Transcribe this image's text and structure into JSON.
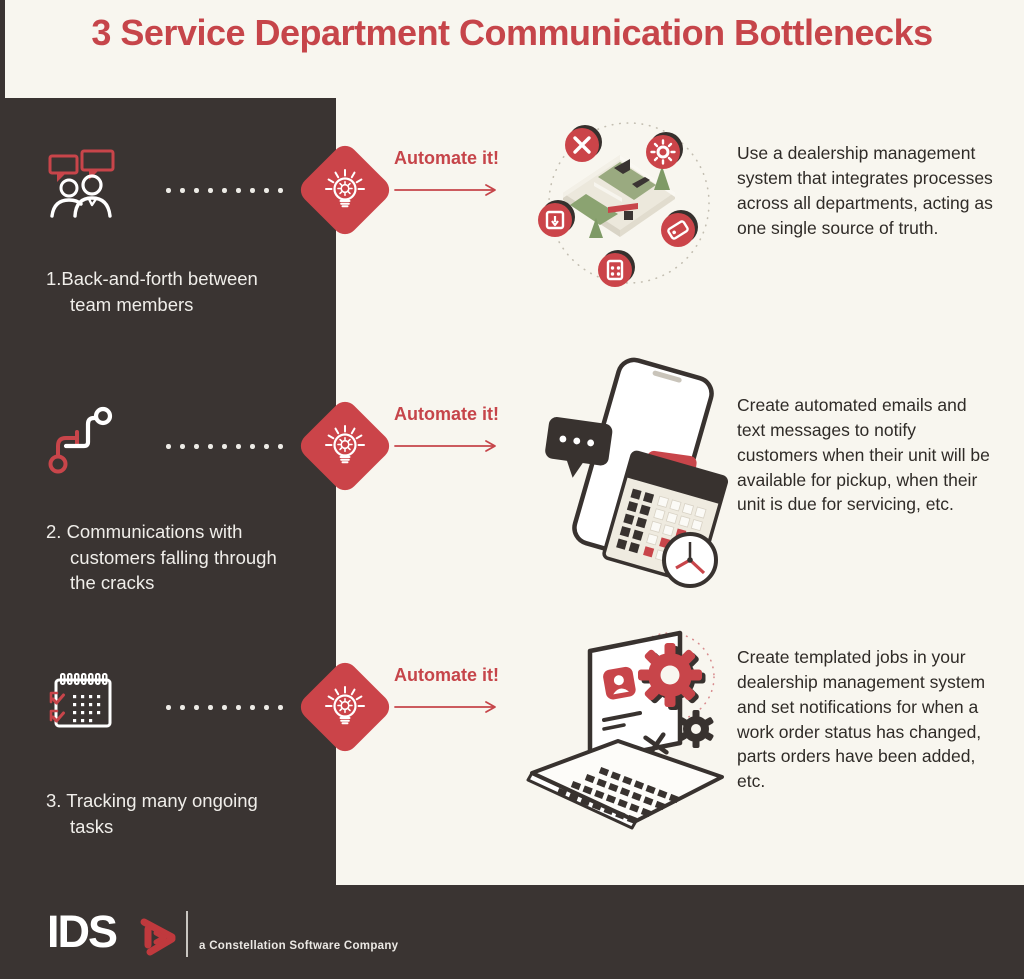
{
  "title": "3 Service Department Communication Bottlenecks",
  "colors": {
    "accent_red": "#c6454a",
    "panel_dark": "#3a3432",
    "background_cream": "#f8f6ef"
  },
  "rows": [
    {
      "icon": "team-chat-icon",
      "label": "1.Back-and-forth between team members",
      "automate_label": "Automate it!",
      "illustration": "dealership-map-illustration",
      "description": "Use a dealership management system that integrates processes across all departments, acting as one single source of truth."
    },
    {
      "icon": "customer-flow-icon",
      "label": "2. Communications with customers falling through the cracks",
      "automate_label": "Automate it!",
      "illustration": "phone-calendar-illustration",
      "description": "Create automated emails and text messages to notify customers when their unit will be available for pickup, when their unit is due for servicing, etc."
    },
    {
      "icon": "task-calendar-icon",
      "label": "3. Tracking many ongoing tasks",
      "automate_label": "Automate it!",
      "illustration": "laptop-gears-illustration",
      "description": "Create templated jobs in your dealership management system and set notifications for when a work order status has changed, parts orders have been added, etc."
    }
  ],
  "footer": {
    "brand": "IDS",
    "tagline": "a Constellation Software Company"
  }
}
